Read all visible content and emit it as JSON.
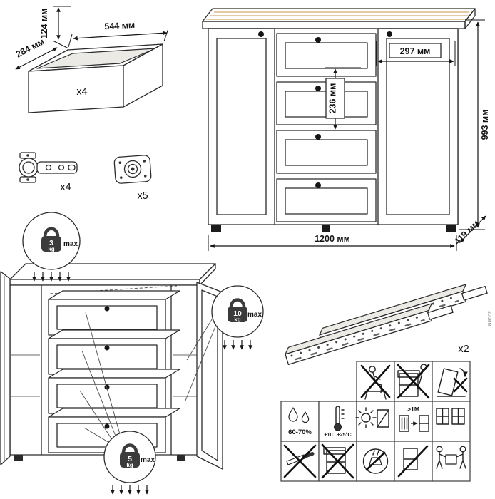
{
  "dimensions": {
    "drawer_box_height": "124 мм",
    "drawer_box_width": "544 мм",
    "drawer_box_depth": "284 мм",
    "right_door_width": "297 мм",
    "drawer_front_height": "236 мм",
    "cabinet_height": "993 мм",
    "cabinet_width": "1200 мм",
    "cabinet_depth": "419 мм",
    "slide_length": "300мм"
  },
  "counts": {
    "drawer_boxes": "x4",
    "hinges": "x4",
    "mounting_plates": "x5",
    "slides": "x2"
  },
  "load_limits": {
    "top_surface": {
      "value": "3",
      "unit": "kg",
      "max_label": "max"
    },
    "door_shelf": {
      "value": "10",
      "unit": "kg",
      "max_label": "max"
    },
    "drawer": {
      "value": "5",
      "unit": "kg",
      "max_label": "max"
    }
  },
  "care": {
    "humidity": "60-70%",
    "temperature": "+10...+25°С",
    "min_heat_distance": ">1M"
  },
  "care_icons": {
    "row1": [
      "no-sitting-icon",
      "no-climbing-icon",
      "anti-tip-icon"
    ],
    "row2": [
      "humidity-icon",
      "temperature-icon",
      "avoid-sunlight-icon",
      "heat-distance-icon",
      "ventilation-windows-icon"
    ],
    "row3": [
      "no-sharp-tools-icon",
      "no-leaning-open-drawers-icon",
      "no-hot-objects-icon",
      "no-tilting-icon",
      "carry-two-people-icon"
    ]
  },
  "colors": {
    "wood_top": "#E8A93E",
    "wood_front": "#D08B2D",
    "outline": "#2b2b2b",
    "body": "#FBFBF8"
  }
}
